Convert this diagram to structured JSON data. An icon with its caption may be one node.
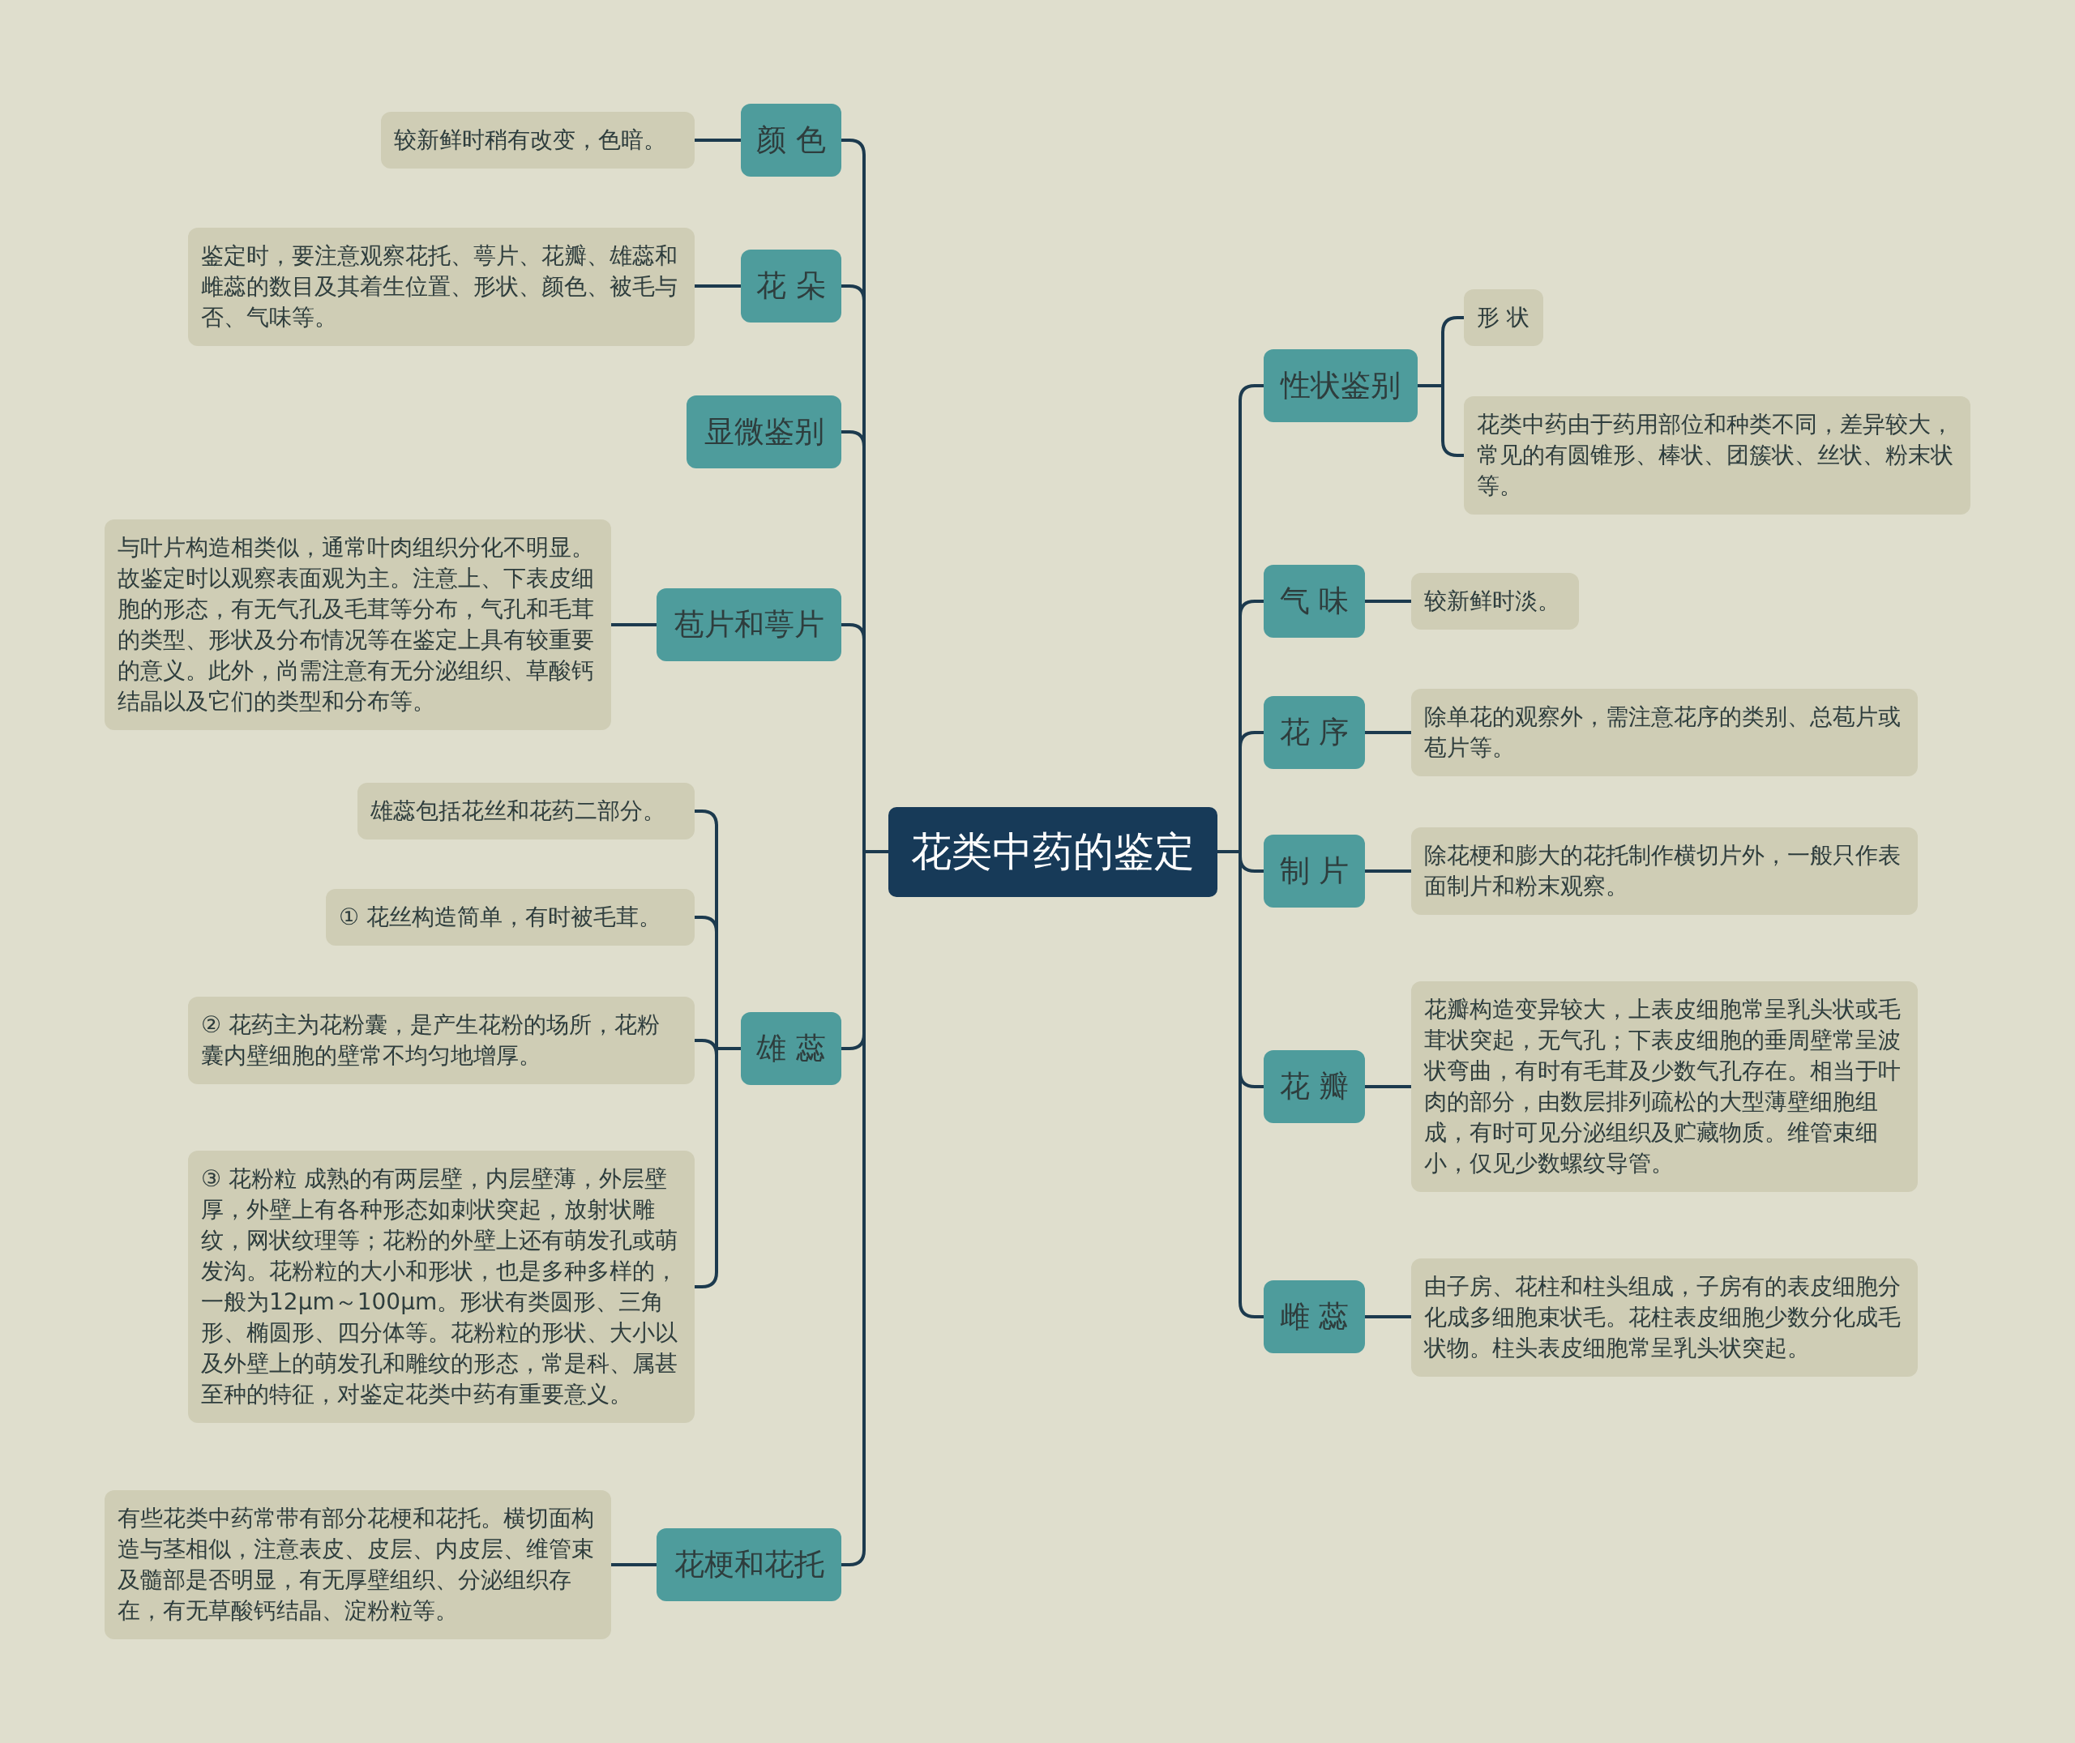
{
  "diagram": {
    "nodes": [
      {
        "text": [
          "花类中药的鉴定"
        ]
      },
      {
        "text": [
          "颜 色"
        ]
      },
      {
        "text": [
          "较新鲜时稍有改变，色暗。"
        ]
      },
      {
        "text": [
          "花 朵"
        ]
      },
      {
        "text": [
          "鉴定时，要注意观察花托、萼片、花瓣、雄蕊和雌蕊的数目及其着生位置、形状、颜色、被毛与否、气味等。"
        ]
      },
      {
        "text": [
          "显微鉴别"
        ]
      },
      {
        "text": [
          "苞片和萼片"
        ]
      },
      {
        "text": [
          "与叶片构造相类似，通常叶肉组织分化不明显。故鉴定时以观察表面观为主。注意上、下表皮细胞的形态，有无气孔及毛茸等分布，气孔和毛茸的类型、形状及分布情况等在鉴定上具有较重要的意义。此外，尚需注意有无分泌组织、草酸钙结晶以及它们的类型和分布等。"
        ]
      },
      {
        "text": [
          "雄 蕊"
        ]
      },
      {
        "text": [
          "雄蕊包括花丝和花药二部分。"
        ]
      },
      {
        "text": [
          "① 花丝构造简单，有时被毛茸。"
        ]
      },
      {
        "text": [
          "② 花药主为花粉囊，是产生花粉的场所，花粉囊内壁细胞的壁常不均匀地增厚。"
        ]
      },
      {
        "text": [
          "③ 花粉粒 成熟的有两层壁，内层壁薄，外层壁厚，外壁上有各种形态如刺状突起，放射状雕纹，网状纹理等；花粉的外壁上还有萌发孔或萌发沟。花粉粒的大小和形状，也是多种多样的，一般为12μm～100μm。形状有类圆形、三角形、椭圆形、四分体等。花粉粒的形状、大小以及外壁上的萌发孔和雕纹的形态，常是科、属甚至种的特征，对鉴定花类中药有重要意义。"
        ]
      },
      {
        "text": [
          "花梗和花托"
        ]
      },
      {
        "text": [
          "有些花类中药常带有部分花梗和花托。横切面构造与茎相似，注意表皮、皮层、内皮层、维管束及髓部是否明显，有无厚壁组织、分泌组织存在，有无草酸钙结晶、淀粉粒等。"
        ]
      },
      {
        "text": [
          "性状鉴别"
        ]
      },
      {
        "text": [
          "形 状"
        ]
      },
      {
        "text": [
          "花类中药由于药用部位和种类不同，差异较大，常见的有圆锥形、棒状、团簇状、丝状、粉末状等。"
        ]
      },
      {
        "text": [
          "气 味"
        ]
      },
      {
        "text": [
          "较新鲜时淡。"
        ]
      },
      {
        "text": [
          "花 序"
        ]
      },
      {
        "text": [
          "除单花的观察外，需注意花序的类别、总苞片或苞片等。"
        ]
      },
      {
        "text": [
          "制 片"
        ]
      },
      {
        "text": [
          "除花梗和膨大的花托制作横切片外，一般只作表面制片和粉末观察。"
        ]
      },
      {
        "text": [
          "花 瓣"
        ]
      },
      {
        "text": [
          "花瓣构造变异较大，上表皮细胞常呈乳头状或毛茸状突起，无气孔；下表皮细胞的垂周壁常呈波状弯曲，有时有毛茸及少数气孔存在。相当于叶肉的部分，由数层排列疏松的大型薄壁细胞组成，有时可见分泌组织及贮藏物质。维管束细小，仅见少数螺纹导管。"
        ]
      },
      {
        "text": [
          "雌 蕊"
        ]
      },
      {
        "text": [
          "由子房、花柱和柱头组成，子房有的表皮细胞分化成多细胞束状毛。花柱表皮细胞少数分化成毛状物。柱头表皮细胞常呈乳头状突起。"
        ]
      }
    ],
    "edges": [
      {
        "from": 0,
        "to": 1,
        "arrow": "none"
      },
      {
        "from": 1,
        "to": 2,
        "arrow": "none"
      },
      {
        "from": 0,
        "to": 3,
        "arrow": "none"
      },
      {
        "from": 3,
        "to": 4,
        "arrow": "none"
      },
      {
        "from": 0,
        "to": 5,
        "arrow": "none"
      },
      {
        "from": 0,
        "to": 6,
        "arrow": "none"
      },
      {
        "from": 6,
        "to": 7,
        "arrow": "none"
      },
      {
        "from": 0,
        "to": 8,
        "arrow": "none"
      },
      {
        "from": 8,
        "to": 9,
        "arrow": "none"
      },
      {
        "from": 8,
        "to": 10,
        "arrow": "none"
      },
      {
        "from": 8,
        "to": 11,
        "arrow": "none"
      },
      {
        "from": 8,
        "to": 12,
        "arrow": "none"
      },
      {
        "from": 0,
        "to": 13,
        "arrow": "none"
      },
      {
        "from": 13,
        "to": 14,
        "arrow": "none"
      },
      {
        "from": 0,
        "to": 15,
        "arrow": "none"
      },
      {
        "from": 15,
        "to": 16,
        "arrow": "none"
      },
      {
        "from": 15,
        "to": 17,
        "arrow": "none"
      },
      {
        "from": 0,
        "to": 18,
        "arrow": "none"
      },
      {
        "from": 18,
        "to": 19,
        "arrow": "none"
      },
      {
        "from": 0,
        "to": 20,
        "arrow": "none"
      },
      {
        "from": 20,
        "to": 21,
        "arrow": "none"
      },
      {
        "from": 0,
        "to": 22,
        "arrow": "none"
      },
      {
        "from": 22,
        "to": 23,
        "arrow": "none"
      },
      {
        "from": 0,
        "to": 24,
        "arrow": "none"
      },
      {
        "from": 24,
        "to": 25,
        "arrow": "none"
      },
      {
        "from": 0,
        "to": 26,
        "arrow": "none"
      },
      {
        "from": 26,
        "to": 27,
        "arrow": "none"
      }
    ]
  }
}
